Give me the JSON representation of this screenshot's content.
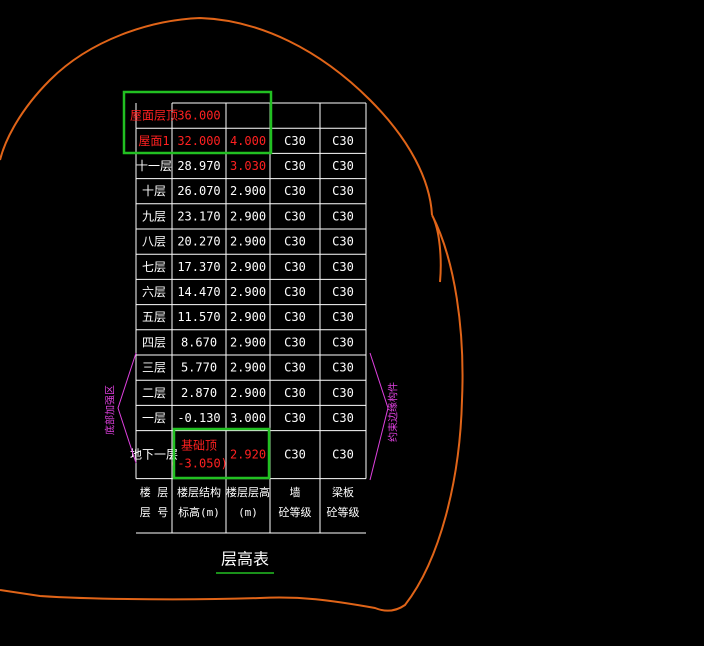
{
  "table": {
    "top_rows": [
      {
        "label": "屋面层顶",
        "elev": "36.000",
        "height": "",
        "wall": "",
        "beam": "",
        "label_red": true,
        "elev_red": true,
        "height_red": false
      },
      {
        "label": "屋面1",
        "elev": "32.000",
        "height": "4.000",
        "wall": "C30",
        "beam": "C30",
        "label_red": true,
        "elev_red": true,
        "height_red": true
      },
      {
        "label": "十一层",
        "elev": "28.970",
        "height": "3.030",
        "wall": "C30",
        "beam": "C30",
        "label_red": false,
        "elev_red": false,
        "height_red": true
      },
      {
        "label": "十层",
        "elev": "26.070",
        "height": "2.900",
        "wall": "C30",
        "beam": "C30",
        "label_red": false,
        "elev_red": false,
        "height_red": false
      },
      {
        "label": "九层",
        "elev": "23.170",
        "height": "2.900",
        "wall": "C30",
        "beam": "C30",
        "label_red": false,
        "elev_red": false,
        "height_red": false
      },
      {
        "label": "八层",
        "elev": "20.270",
        "height": "2.900",
        "wall": "C30",
        "beam": "C30",
        "label_red": false,
        "elev_red": false,
        "height_red": false
      },
      {
        "label": "七层",
        "elev": "17.370",
        "height": "2.900",
        "wall": "C30",
        "beam": "C30",
        "label_red": false,
        "elev_red": false,
        "height_red": false
      },
      {
        "label": "六层",
        "elev": "14.470",
        "height": "2.900",
        "wall": "C30",
        "beam": "C30",
        "label_red": false,
        "elev_red": false,
        "height_red": false
      },
      {
        "label": "五层",
        "elev": "11.570",
        "height": "2.900",
        "wall": "C30",
        "beam": "C30",
        "label_red": false,
        "elev_red": false,
        "height_red": false
      },
      {
        "label": "四层",
        "elev": "8.670",
        "height": "2.900",
        "wall": "C30",
        "beam": "C30",
        "label_red": false,
        "elev_red": false,
        "height_red": false
      },
      {
        "label": "三层",
        "elev": "5.770",
        "height": "2.900",
        "wall": "C30",
        "beam": "C30",
        "label_red": false,
        "elev_red": false,
        "height_red": false
      },
      {
        "label": "二层",
        "elev": "2.870",
        "height": "2.900",
        "wall": "C30",
        "beam": "C30",
        "label_red": false,
        "elev_red": false,
        "height_red": false
      },
      {
        "label": "一层",
        "elev": "-0.130",
        "height": "3.000",
        "wall": "C30",
        "beam": "C30",
        "label_red": false,
        "elev_red": false,
        "height_red": false
      }
    ],
    "basement_row": {
      "label": "地下一层",
      "elev_line1": "基础顶",
      "elev_line2": "(-3.050)",
      "height": "2.920",
      "wall": "C30",
      "beam": "C30"
    },
    "header": {
      "col1_line1": "楼 层",
      "col1_line2": "层 号",
      "col2_line1": "楼层结构",
      "col2_line2": "标高(m)",
      "col3_line1": "楼层层高",
      "col3_line2": "(m)",
      "col4_line1": "墙",
      "col4_line2": "砼等级",
      "col5_line1": "梁板",
      "col5_line2": "砼等级"
    }
  },
  "caption": "层高表",
  "side_notes": {
    "left": "底部加强区",
    "right": "约束边缘构件"
  },
  "colors": {
    "background": "#000000",
    "grid": "#ffffff",
    "highlight_text": "#ff2020",
    "annotation_box": "#22c022",
    "freehand_outline": "#e06418",
    "side_note": "#e040e0"
  }
}
